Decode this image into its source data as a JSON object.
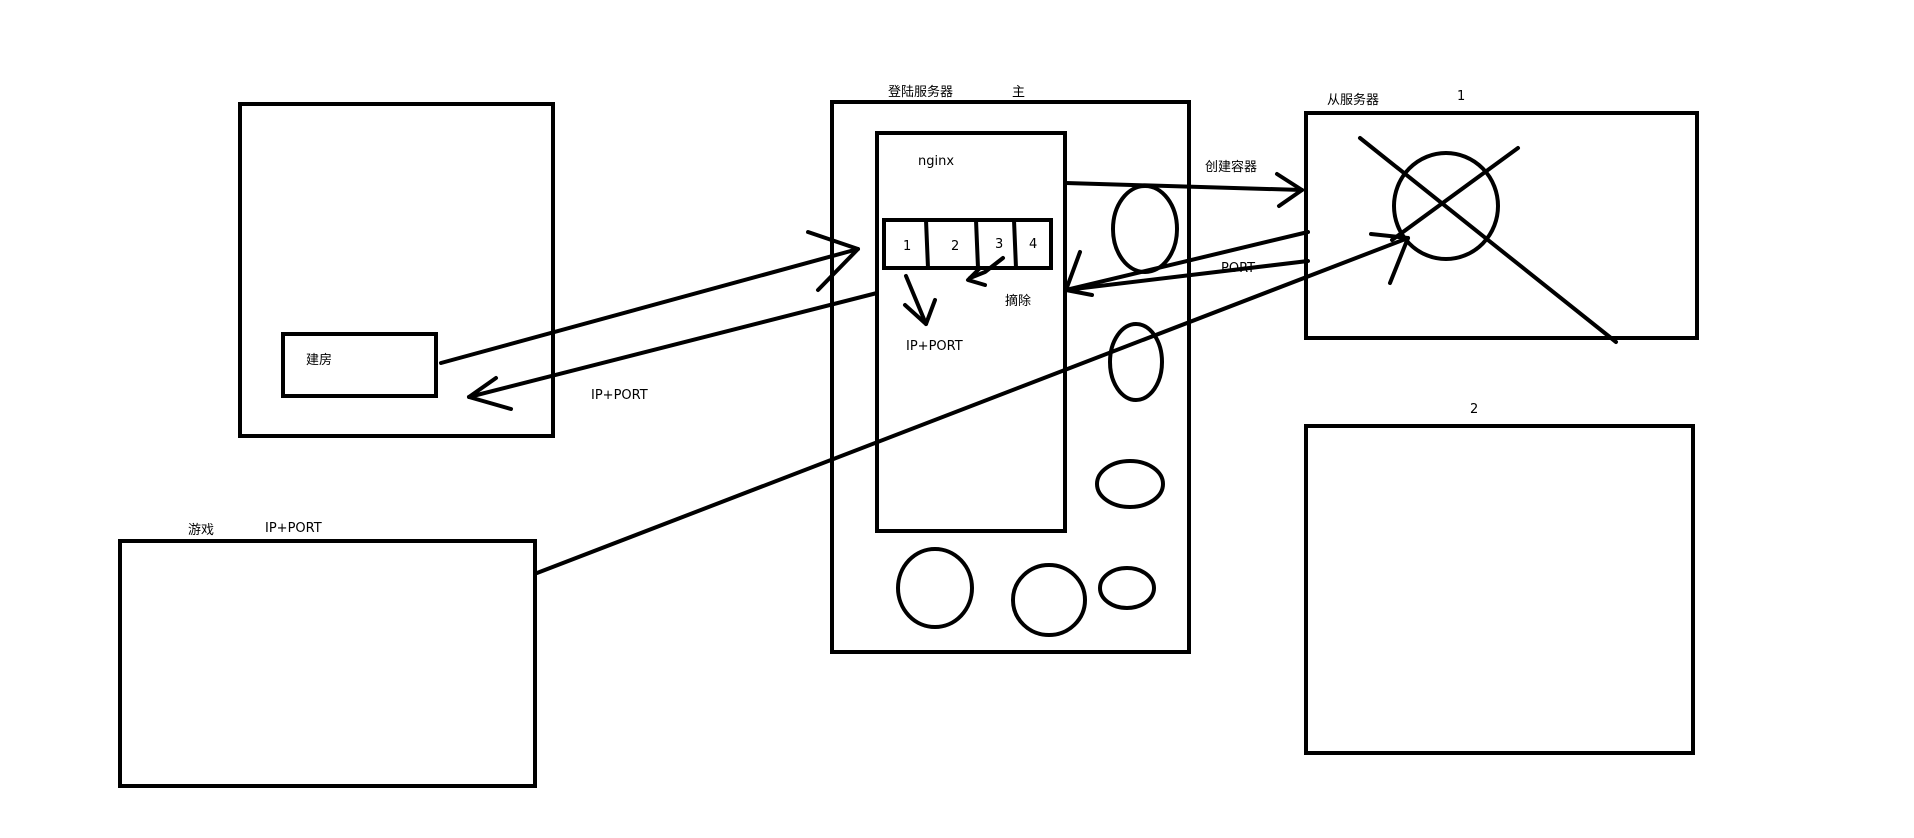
{
  "labels": {
    "create_room": "建房",
    "ip_port_left": "IP+PORT",
    "game": "游戏",
    "game_ip_port": "IP+PORT",
    "login_server": "登陆服务器",
    "main": "主",
    "nginx": "nginx",
    "slot_1": "1",
    "slot_2": "2",
    "slot_3": "3",
    "slot_4": "4",
    "ip_port_nginx": "IP+PORT",
    "remove": "摘除",
    "create_container": "创建容器",
    "port": "PORT",
    "slave_server": "从服务器",
    "slave_1": "1",
    "slave_2": "2"
  }
}
